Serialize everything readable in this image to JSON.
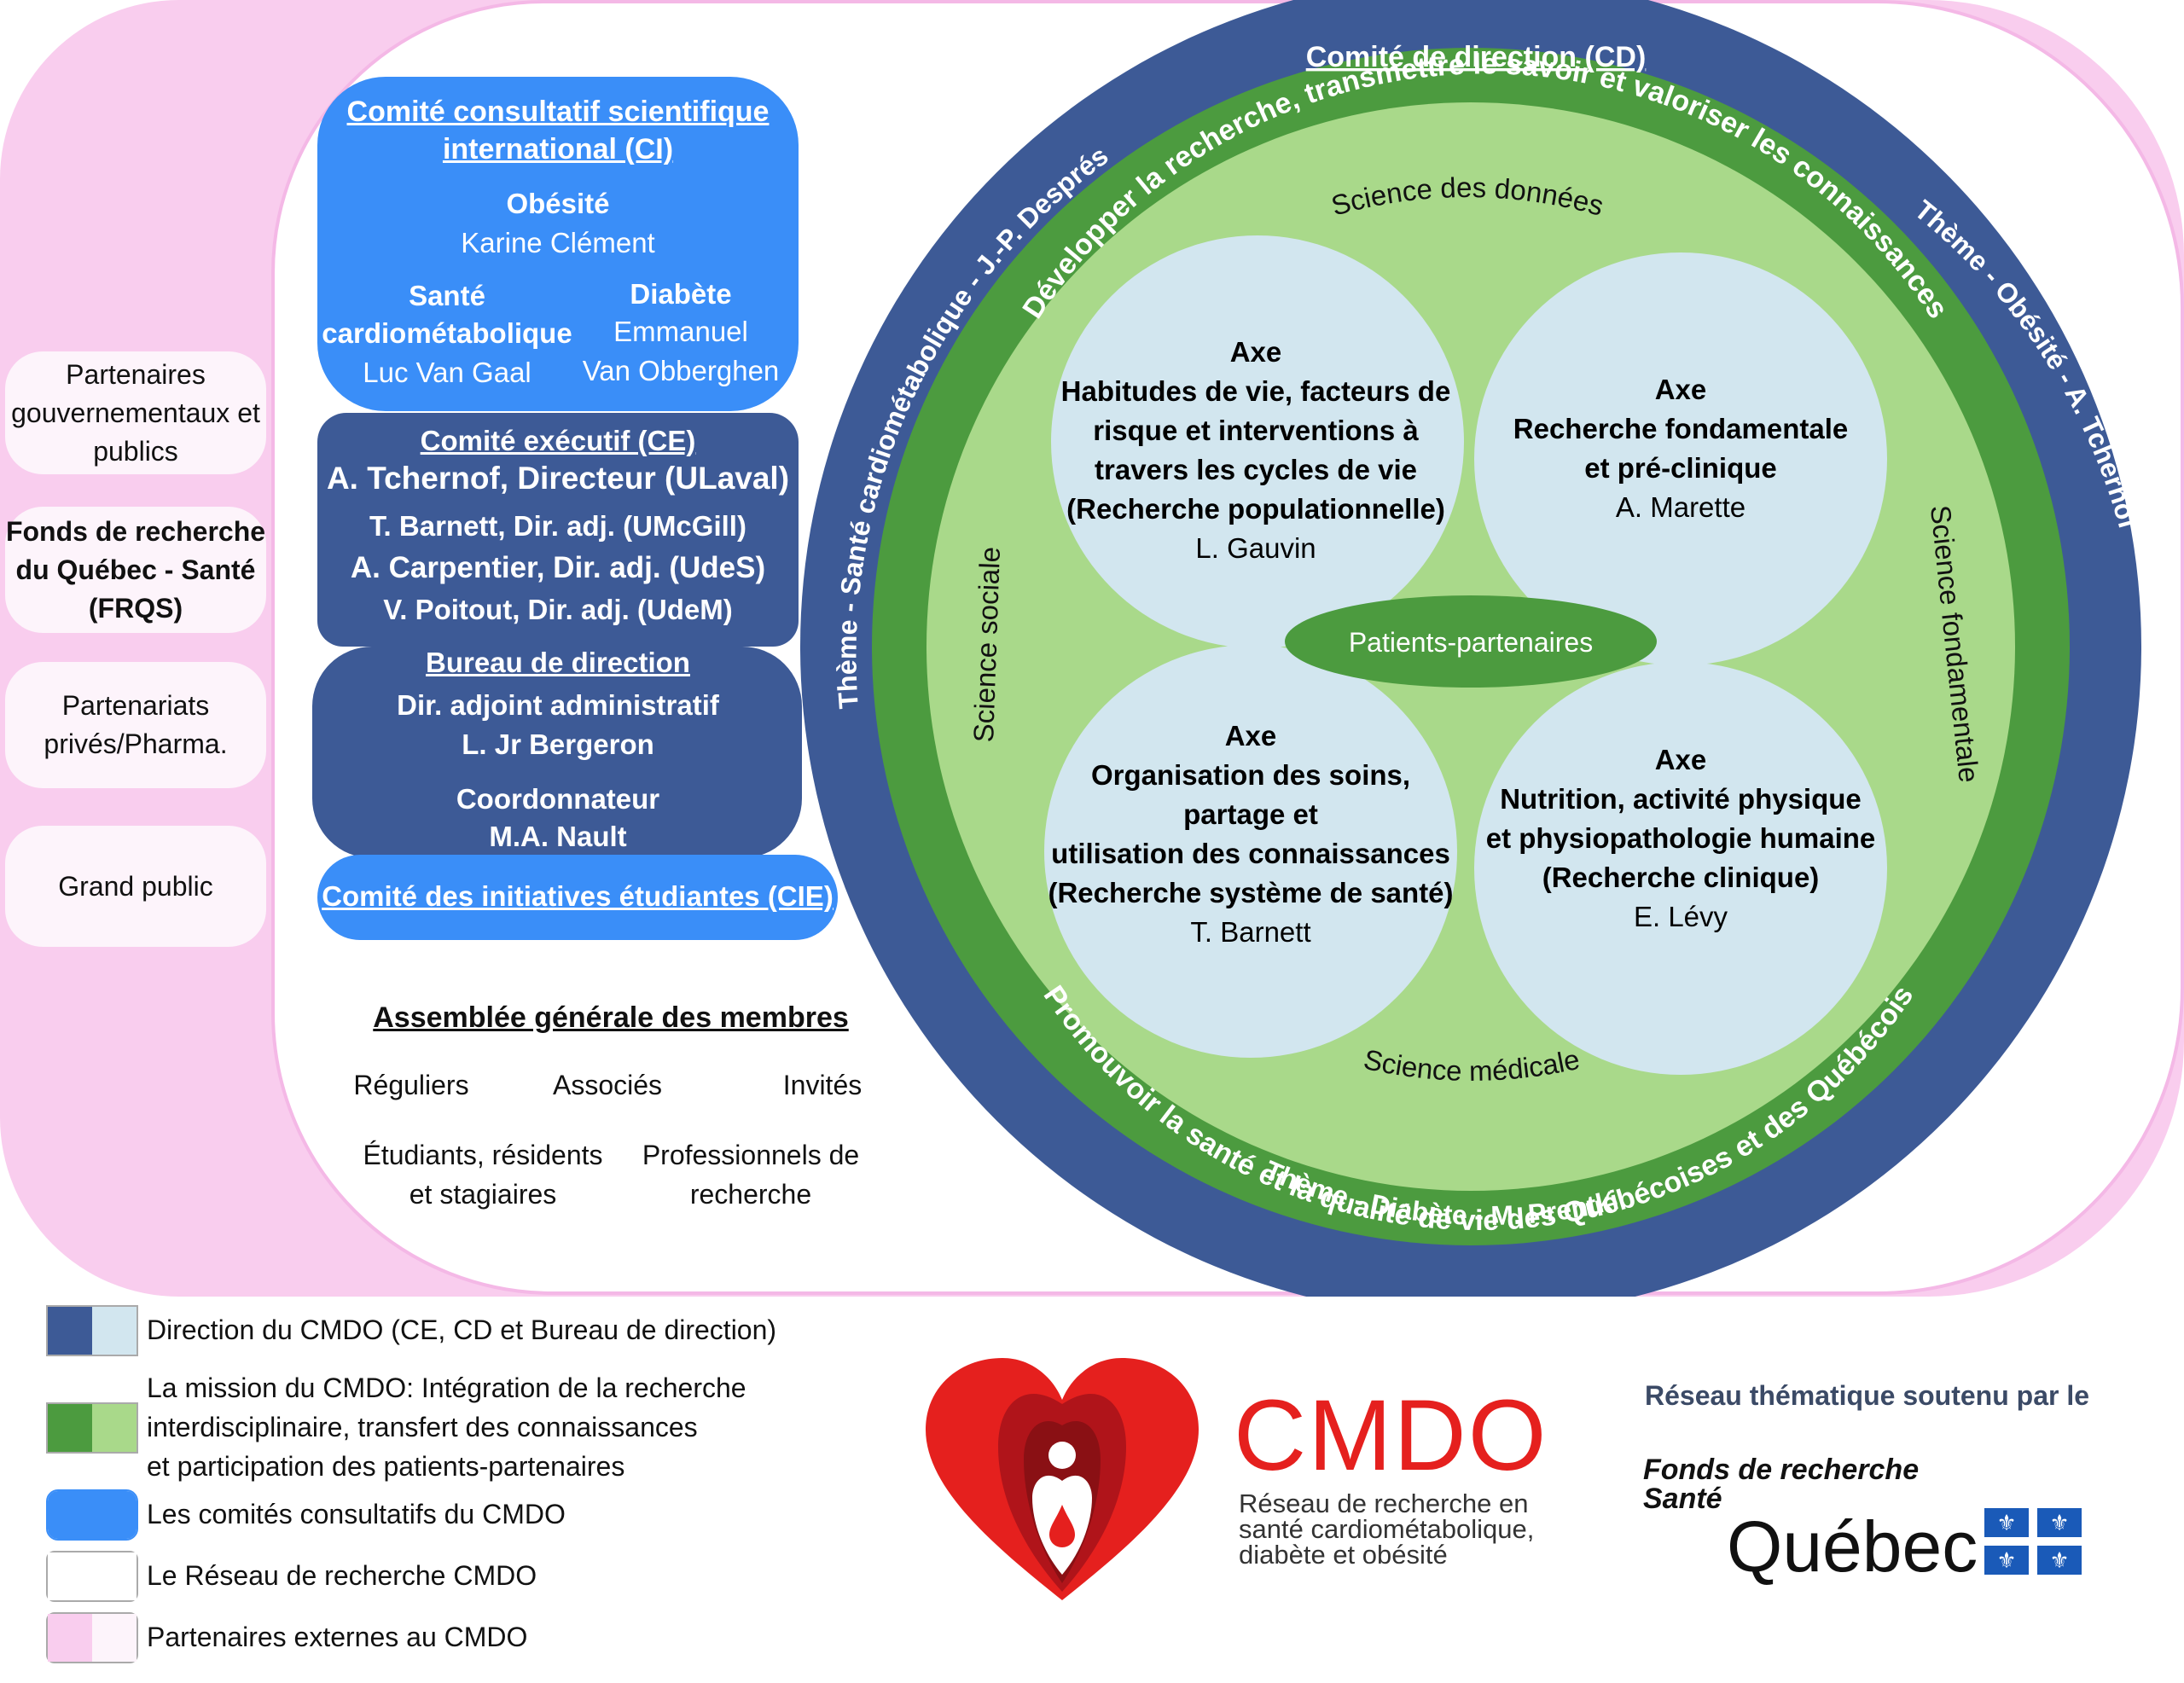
{
  "colors": {
    "dark_blue": "#3d5a96",
    "light_blue_circle": "#d2e6ef",
    "bright_blue": "#3a8ef8",
    "dark_green": "#4c9b3f",
    "light_green": "#a9d98a",
    "pink": "#f9cdee",
    "red": "#e5201e"
  },
  "partners": [
    "Partenaires gouvernementaux et publics",
    "Fonds de recherche du Québec - Santé (FRQS)",
    "Partenariats privés/Pharma.",
    "Grand public"
  ],
  "ci": {
    "title_line1": "Comité consultatif scientifique",
    "title_line2": "international (CI)",
    "obesite": "Obésité",
    "obesite_name": "Karine Clément",
    "sante_line1": "Santé",
    "sante_line2": "cardiométabolique",
    "sante_name": "Luc Van Gaal",
    "diabete": "Diabète",
    "diabete_name_line1": "Emmanuel",
    "diabete_name_line2": "Van Obberghen"
  },
  "ce": {
    "title": "Comité exécutif (CE)",
    "director": "A. Tchernof, Directeur (ULaval)",
    "member1": "T. Barnett, Dir. adj. (UMcGill)",
    "member2": "A. Carpentier, Dir. adj. (UdeS)",
    "member3": "V. Poitout, Dir. adj. (UdeM)"
  },
  "bureau": {
    "title": "Bureau de direction",
    "role1": "Dir. adjoint administratif",
    "name1": "L. Jr Bergeron",
    "role2": "Coordonnateur",
    "name2": "M.A. Nault"
  },
  "cie": {
    "title": "Comité des initiatives étudiantes (CIE)"
  },
  "assembly": {
    "title": "Assemblée générale des membres",
    "reguliers": "Réguliers",
    "associes": "Associés",
    "invites": "Invités",
    "etudiants_line1": "Étudiants, résidents",
    "etudiants_line2": "et stagiaires",
    "pros_line1": "Professionnels de",
    "pros_line2": "recherche"
  },
  "circle": {
    "cd_title": "Comité de direction (CD)",
    "theme_sante": "Thème - Santé cardiométabolique - J.-P. Després",
    "theme_obesite": "Thème - Obésité - A. Tchernof",
    "theme_diabete": "Thème - Diabète - M. Prentki",
    "mission_top": "Développer la recherche, transmettre le savoir et valoriser les connaissances",
    "mission_bottom": "Promouvoir la santé et la qualité de vie des Québécoises et des Québécois",
    "science_donnees": "Science des données",
    "science_sociale": "Science sociale",
    "science_fondamentale": "Science fondamentale",
    "science_medicale": "Science médicale",
    "patients": "Patients-partenaires",
    "axes": [
      {
        "label": "Axe",
        "lines": [
          "Habitudes de vie, facteurs de",
          "risque et interventions à",
          "travers les cycles de vie",
          "(Recherche populationnelle)"
        ],
        "lead": "L. Gauvin"
      },
      {
        "label": "Axe",
        "lines": [
          "Recherche fondamentale",
          "et pré-clinique"
        ],
        "lead": "A. Marette"
      },
      {
        "label": "Axe",
        "lines": [
          "Organisation des soins,",
          "partage et",
          "utilisation des connaissances",
          "(Recherche système de santé)"
        ],
        "lead": "T. Barnett"
      },
      {
        "label": "Axe",
        "lines": [
          "Nutrition, activité physique",
          "et physiopathologie humaine",
          "(Recherche clinique)"
        ],
        "lead": "E. Lévy"
      }
    ]
  },
  "legend": [
    {
      "text": [
        "Direction du CMDO (CE, CD et Bureau de direction)"
      ],
      "c1": "#3d5a96",
      "c2": "#d2e6ef"
    },
    {
      "text": [
        "La mission du CMDO: Intégration de la recherche",
        "interdisciplinaire, transfert des connaissances",
        "et participation des patients-partenaires"
      ],
      "c1": "#4c9b3f",
      "c2": "#a9d98a"
    },
    {
      "text": [
        "Les comités consultatifs du CMDO"
      ],
      "c1": "#3a8ef8",
      "c2": "#3a8ef8"
    },
    {
      "text": [
        "Le Réseau de recherche CMDO"
      ],
      "c1": "#ffffff",
      "c2": "#ffffff"
    },
    {
      "text": [
        "Partenaires externes au CMDO"
      ],
      "c1": "#f9cdee",
      "c2": "#fdf4fb"
    }
  ],
  "logo": {
    "name": "CMDO",
    "line1": "Réseau de recherche en",
    "line2": "santé cardiométabolique,",
    "line3": "diabète et obésité"
  },
  "frqs": {
    "supported": "Réseau thématique soutenu par le",
    "fonds": "Fonds de recherche",
    "sante": "Santé",
    "quebec": "Québec"
  }
}
